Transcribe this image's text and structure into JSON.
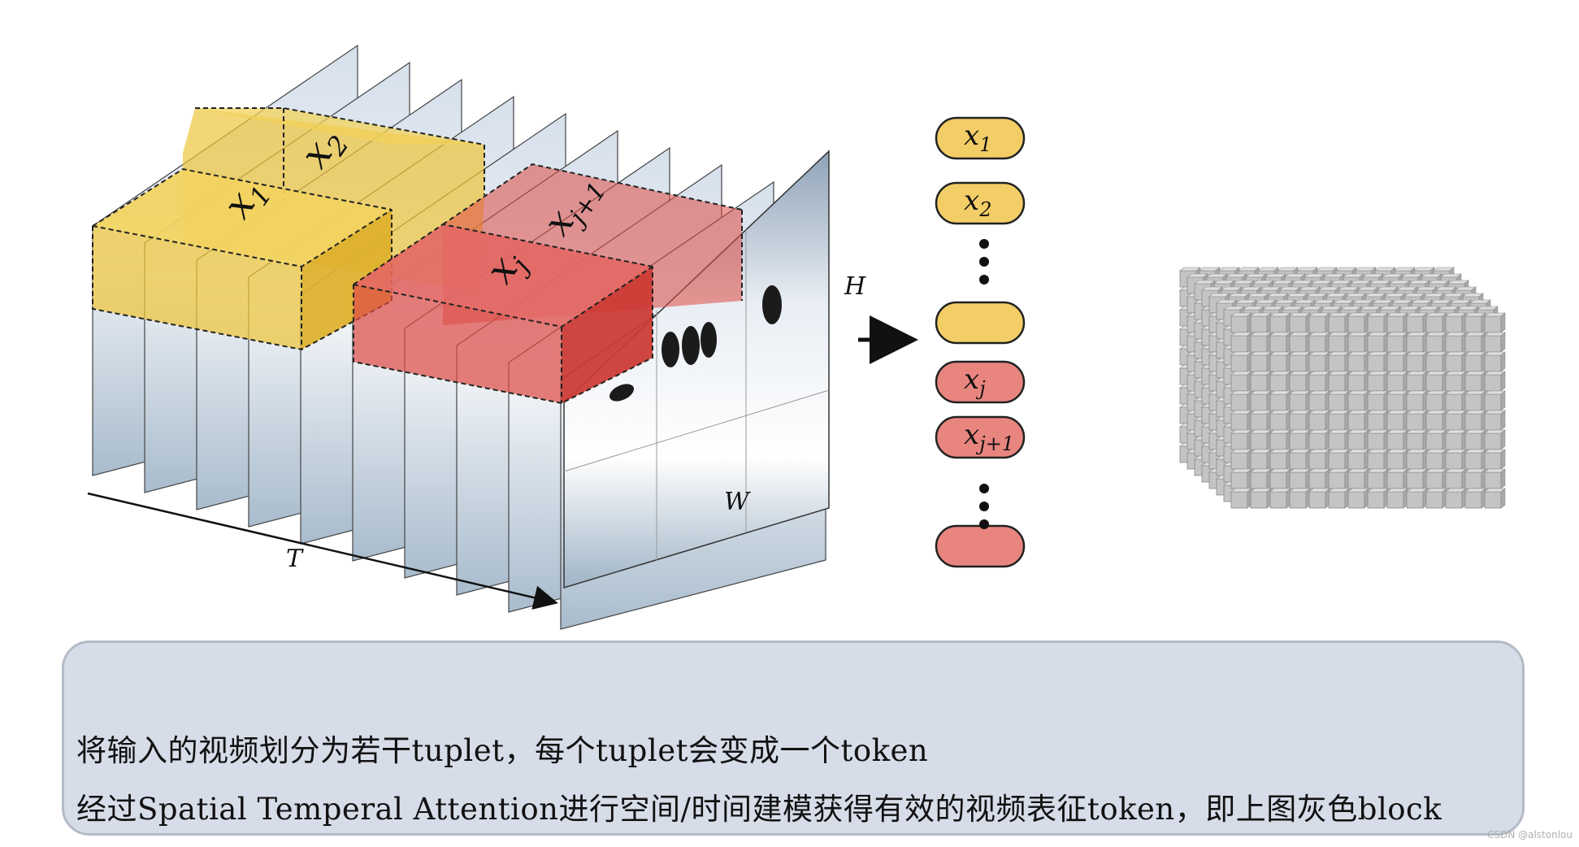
{
  "labels": {
    "T": "T",
    "H": "H",
    "W": "W",
    "x1_block": "x1",
    "x2_block": "x2",
    "xj_block": "xj",
    "xj1_block": "xj+1"
  },
  "tokens": [
    {
      "base": "x",
      "sub": "1",
      "color": "#f3ce66"
    },
    {
      "base": "x",
      "sub": "2",
      "color": "#f3ce66"
    },
    {
      "base": "",
      "sub": "",
      "color": "#f3ce66"
    },
    {
      "base": "x",
      "sub": "j",
      "color": "#e9857f"
    },
    {
      "base": "x",
      "sub": "j+1",
      "color": "#e9857f"
    },
    {
      "base": "",
      "sub": "",
      "color": "#e9857f"
    }
  ],
  "caption": {
    "line1": "将输入的视频划分为若干tuplet，每个tuplet会变成一个token",
    "line2": "经过Spatial Temperal Attention进行空间/时间建模获得有效的视频表征token，即上图灰色block"
  },
  "watermark": "CSDN @alstonlou",
  "colors": {
    "yellow_tuplet": "#eec53a",
    "red_tuplet": "#de4a44",
    "frame": "#c9d6e6",
    "token_block": "#c4c4c4"
  }
}
